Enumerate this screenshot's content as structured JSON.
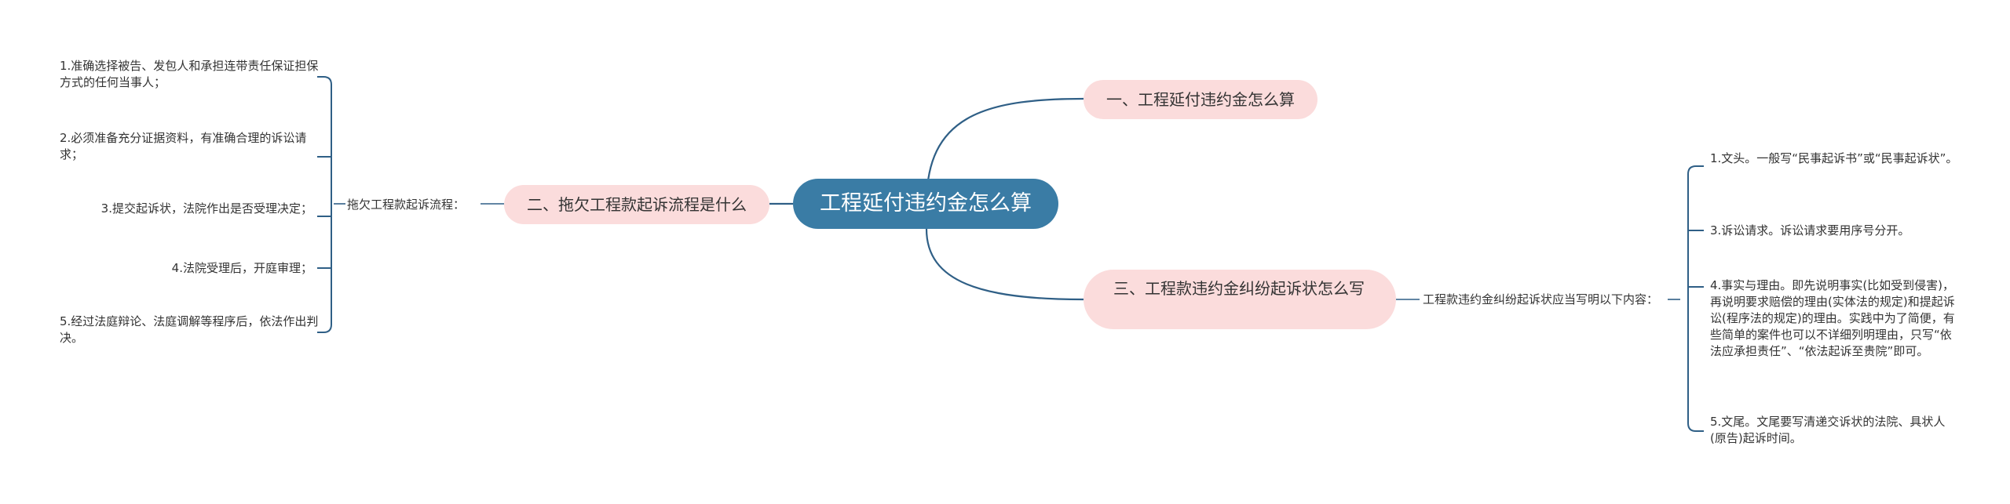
{
  "root": {
    "title": "工程延付违约金怎么算"
  },
  "branches": [
    {
      "label": "一、工程延付违约金怎么算"
    },
    {
      "label": "二、拖欠工程款起诉流程是什么",
      "sublabel": "拖欠工程款起诉流程：",
      "items": [
        "1.准确选择被告、发包人和承担连带责任保证担保方式的任何当事人；",
        "2.必须准备充分证据资料，有准确合理的诉讼请求；",
        "3.提交起诉状，法院作出是否受理决定；",
        "4.法院受理后，开庭审理；",
        "5.经过法庭辩论、法庭调解等程序后，依法作出判决。"
      ]
    },
    {
      "label": "三、工程款违约金纠纷起诉状怎么写",
      "sublabel": "工程款违约金纠纷起诉状应当写明以下内容：",
      "items": [
        "1.文头。一般写“民事起诉书”或“民事起诉状”。",
        "3.诉讼请求。诉讼请求要用序号分开。",
        "4.事实与理由。即先说明事实(比如受到侵害)，再说明要求赔偿的理由(实体法的规定)和提起诉讼(程序法的规定)的理由。实践中为了简便，有些简单的案件也可以不详细列明理由，只写“依法应承担责任”、“依法起诉至贵院”即可。",
        "5.文尾。文尾要写清递交诉状的法院、具状人(原告)起诉时间。"
      ]
    }
  ],
  "colors": {
    "root": "#3a7ca5",
    "branch": "#fbdcdc",
    "line": "#2f5f86"
  }
}
